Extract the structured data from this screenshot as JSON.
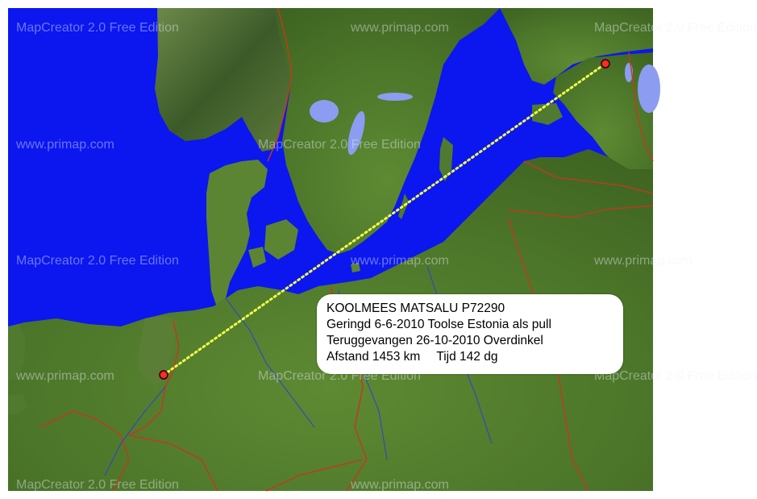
{
  "watermarks": {
    "wm_1": "MapCreator 2.0 Free Edition",
    "wm_2": "www.primap.com",
    "wm_3": "MapCreator 2.0 Free Edition",
    "wm_4": "www.primap.com",
    "wm_5": "MapCreator 2.0 Free Edition",
    "wm_6": "MapCreator 2.0 Free Edition",
    "wm_7": "www.primap.com",
    "wm_8": "www.primap.com",
    "wm_9": "MapCreator 2.0 Free Edition",
    "wm_10": "MapCreator 2.0 Free Edition",
    "wm_11": "www.primap.com",
    "wm_12": "MapCreator 2.0 Free Edition",
    "wm_13": "www.primap.com"
  },
  "info": {
    "line1": "KOOLMEES MATSALU P72290",
    "line2": "Geringd 6-6-2010 Toolse Estonia als pull",
    "line3": "Teruggevangen 26-10-2010 Overdinkel",
    "distance": "Afstand 1453 km",
    "duration": "Tijd 142 dg"
  },
  "colors": {
    "sea": "#0b17ee",
    "land": "#4f7a2f",
    "lake": "#8c9cf0",
    "border": "#c23a1e",
    "route": "#f4ff4a",
    "marker": "#ff2a2a"
  }
}
